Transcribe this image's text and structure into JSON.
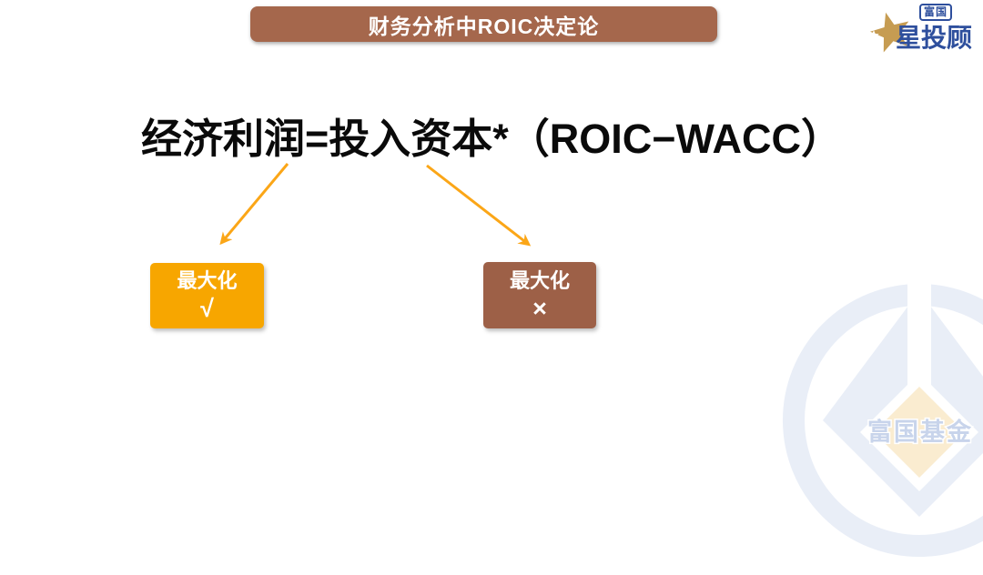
{
  "page": {
    "title": "财务分析中ROIC决定论"
  },
  "formula": {
    "text": "经济利润=投入资本*（ROIC−WACC）"
  },
  "branches": {
    "left": {
      "label": "最大化",
      "mark": "√"
    },
    "right": {
      "label": "最大化",
      "mark": "×"
    }
  },
  "brand": {
    "badge_label": "富国",
    "wordmark": "星投顾",
    "watermark_text": "富国基金"
  },
  "icons": {
    "star": "star-icon",
    "left_arrow": "down-left-arrow-icon",
    "right_arrow": "down-right-arrow-icon",
    "watermark": "fullgoal-ring-logo-icon"
  },
  "colors": {
    "banner_brown": "#A5674C",
    "box_orange": "#F7A600",
    "box_brown": "#9D6047",
    "arrow_orange": "#FBA617",
    "brand_blue": "#2E4F9D",
    "brand_gold": "#C69C52",
    "watermark_blue": "#E9EEF7",
    "watermark_text_blue": "#C8D4EB",
    "watermark_gold": "#FAECD0",
    "text_black": "#0A0A0A"
  }
}
